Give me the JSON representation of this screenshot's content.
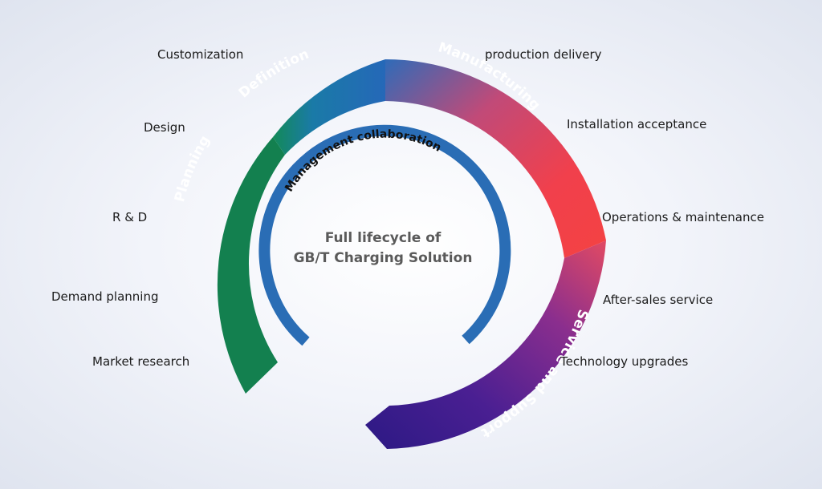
{
  "diagram": {
    "center_title": {
      "line1": "Full lifecycle of",
      "line2": "GB/T Charging Solution"
    },
    "inner_ring_label": "Management collaboration",
    "phases": {
      "planning": "Planning",
      "definition": "Definition",
      "manufacturing": "Manufacturing",
      "service": "Service and Support"
    },
    "left_items": {
      "customization": "Customization",
      "design": "Design",
      "rd": "R & D",
      "demand_planning": "Demand planning",
      "market_research": "Market research"
    },
    "right_items": {
      "production_delivery": "production delivery",
      "installation_acceptance": "Installation acceptance",
      "operations_maintenance": "Operations & maintenance",
      "after_sales": "After-sales service",
      "technology_upgrades": "Technology upgrades"
    },
    "colors": {
      "planning": "#13804f",
      "definition": "#1e6fb6",
      "manufacturing": "#ef3e4b",
      "service": "#3b1a8c",
      "inner_ring": "#2a6db5"
    }
  }
}
